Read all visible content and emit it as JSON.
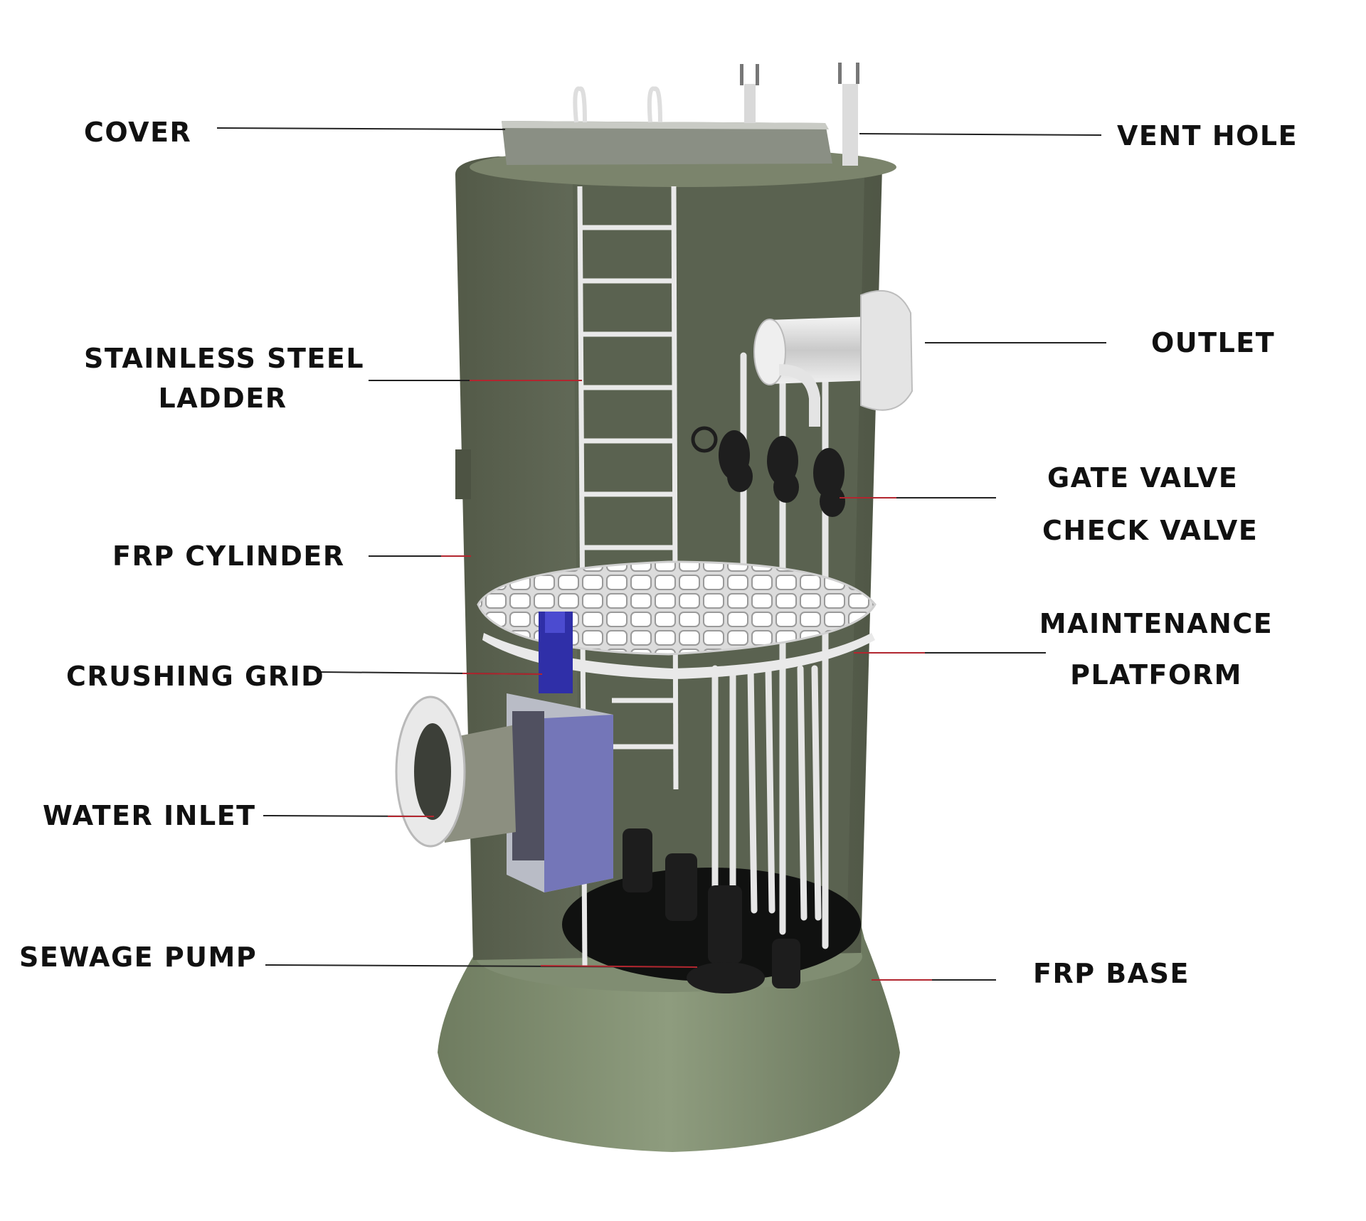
{
  "labels": {
    "cover": "COVER",
    "vent_hole": "VENT HOLE",
    "ladder_line1": "STAINLESS STEEL",
    "ladder_line2": "LADDER",
    "outlet": "OUTLET",
    "gate_valve": "GATE VALVE",
    "check_valve": "CHECK VALVE",
    "frp_cylinder": "FRP CYLINDER",
    "maintenance_line1": "MAINTENANCE",
    "maintenance_line2": "PLATFORM",
    "crushing_grid": "CRUSHING GRID",
    "water_inlet": "WATER INLET",
    "sewage_pump": "SEWAGE PUMP",
    "frp_base": "FRP BASE"
  },
  "colors": {
    "tank_body": "#5e6652",
    "tank_inner": "#6b7360",
    "tank_base": "#7d8b6e",
    "steel": "#e8e8e8",
    "pipe_dark": "#2b2b2b",
    "crusher_blue": "#7476b8",
    "leader_dark": "#222222",
    "leader_red": "#b2262f"
  }
}
